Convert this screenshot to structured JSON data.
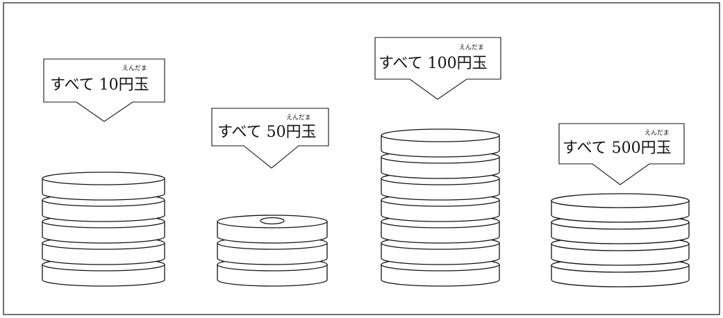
{
  "stacks": [
    {
      "label": "すべて 10円玉",
      "ruby": "えんだま",
      "coin_count": 5,
      "has_hole": false
    },
    {
      "label": "すべて 50円玉",
      "ruby": "えんだま",
      "coin_count": 3,
      "has_hole": true
    },
    {
      "label": "すべて 100円玉",
      "ruby": "えんだま",
      "coin_count": 7,
      "has_hole": false
    },
    {
      "label": "すべて 500円玉",
      "ruby": "えんだま",
      "coin_count": 4,
      "has_hole": false
    }
  ],
  "colors": {
    "stroke": "#111111",
    "fill": "#ffffff"
  }
}
